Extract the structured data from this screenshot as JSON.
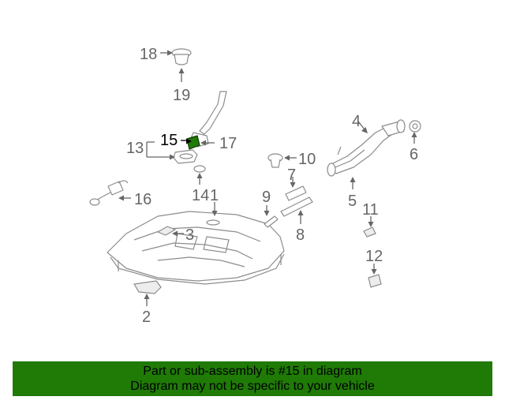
{
  "callouts": {
    "c1": "1",
    "c2": "2",
    "c3": "3",
    "c4": "4",
    "c5": "5",
    "c6": "6",
    "c7": "7",
    "c8": "8",
    "c9": "9",
    "c10": "10",
    "c11": "11",
    "c12": "12",
    "c13": "13",
    "c14": "14",
    "c15": "15",
    "c16": "16",
    "c17": "17",
    "c18": "18",
    "c19": "19"
  },
  "highlight": {
    "part_number": "15",
    "color": "#1f7a06"
  },
  "banner": {
    "line1": "Part or sub-assembly is #15 in diagram",
    "line2": "Diagram may not be specific to your vehicle",
    "background": "#1f7a06"
  }
}
